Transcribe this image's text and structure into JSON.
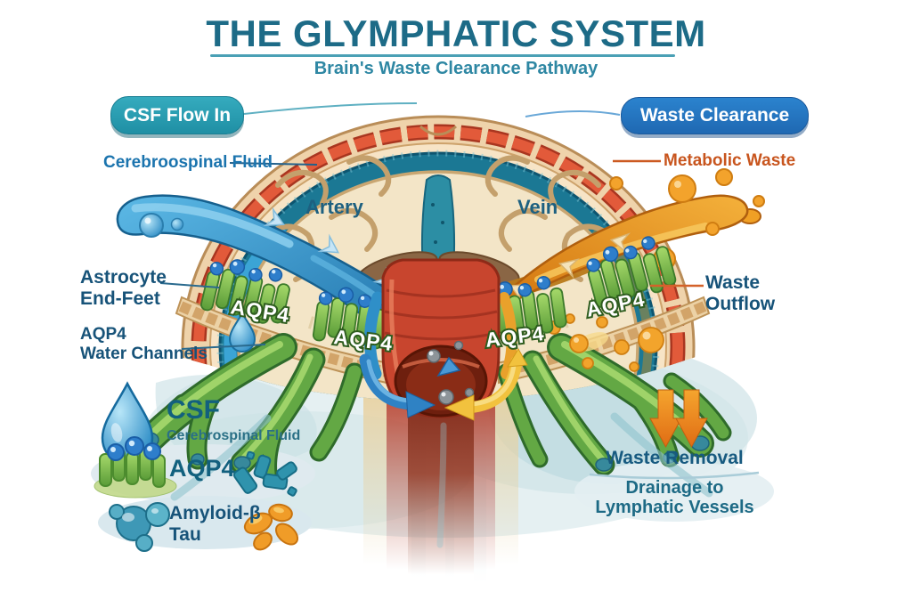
{
  "header": {
    "title": "THE GLYMPHATIC SYSTEM",
    "subtitle": "Brain's Waste Clearance Pathway"
  },
  "badges": {
    "csf_flow_in": "CSF Flow In",
    "waste_clearance": "Waste Clearance"
  },
  "annotations": {
    "cerebrospinal_fluid": "Cerebroospinal Fluid",
    "metabolic_waste": "Metabolic Waste",
    "artery": "Artery",
    "vein": "Vein",
    "astrocyte_line1": "Astrocyte",
    "astrocyte_line2": "End-Feet",
    "aqp4_line1": "AQP4",
    "aqp4_line2": "Water Channels",
    "aqp4_tag": "AQP4",
    "waste_outflow_line1": "Waste",
    "waste_outflow_line2": "Outflow",
    "waste_removal": "Waste Removal",
    "drainage_line1": "Drainage to",
    "drainage_line2": "Lymphatic Vessels"
  },
  "legend": {
    "csf_title": "CSF",
    "csf_subtitle": "Cerebrospinal Fluid",
    "aqp4_title": "AQP4",
    "amyloid_line1": "Amyloid-β",
    "amyloid_line2": "Tau"
  },
  "colors": {
    "title_teal": "#1d6b87",
    "subtitle_teal": "#2e87a3",
    "badge_teal": "#279db2",
    "badge_blue": "#2478c8",
    "csf_blue": "#2f97cf",
    "waste_orange": "#ea921f",
    "metabolic_orange": "#c8551e",
    "vessel_red": "#c8452e",
    "astrocyte_green": "#6fb74a",
    "label_blue": "#175379",
    "csf_band_teal": "#1b7894"
  }
}
